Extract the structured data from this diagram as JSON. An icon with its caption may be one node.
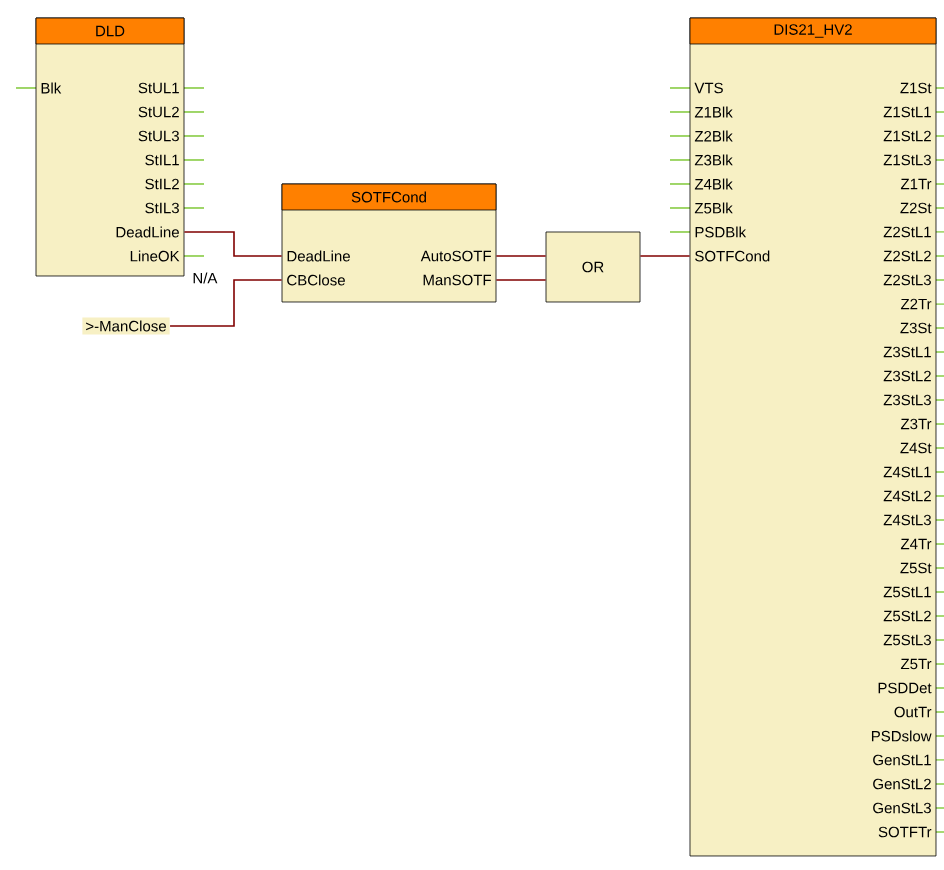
{
  "diagram": {
    "nodes": [
      {
        "text": [
          "DLD",
          "Blk",
          "StUL1",
          "StUL2",
          "StUL3",
          "StIL1",
          "StIL2",
          "StIL3",
          "DeadLine",
          "LineOK"
        ]
      },
      {
        "text": [
          "SOTFCond",
          "DeadLine",
          "CBClose",
          "AutoSOTF",
          "ManSOTF"
        ]
      },
      {
        "text": [
          ">-ManClose"
        ]
      },
      {
        "text": [
          "OR"
        ]
      },
      {
        "text": [
          "DIS21_HV2",
          "VTS",
          "Z1Blk",
          "Z2Blk",
          "Z3Blk",
          "Z4Blk",
          "Z5Blk",
          "PSDBlk",
          "SOTFCond",
          "Z1St",
          "Z1StL1",
          "Z1StL2",
          "Z1StL3",
          "Z1Tr",
          "Z2St",
          "Z2StL1",
          "Z2StL2",
          "Z2StL3",
          "Z2Tr",
          "Z3St",
          "Z3StL1",
          "Z3StL2",
          "Z3StL3",
          "Z3Tr",
          "Z4St",
          "Z4StL1",
          "Z4StL2",
          "Z4StL3",
          "Z4Tr",
          "Z5St",
          "Z5StL1",
          "Z5StL2",
          "Z5StL3",
          "Z5Tr",
          "PSDDet",
          "OutTr",
          "PSDslow",
          "GenStL1",
          "GenStL2",
          "GenStL3",
          "SOTFTr"
        ]
      }
    ],
    "edges": [
      {
        "from": 0,
        "to": 1,
        "arrow": "none"
      },
      {
        "from": 2,
        "to": 1,
        "arrow": "none"
      },
      {
        "from": 1,
        "to": 3,
        "arrow": "none"
      },
      {
        "from": 1,
        "to": 3,
        "arrow": "none"
      },
      {
        "from": 3,
        "to": 4,
        "arrow": "none"
      }
    ],
    "labels": [
      "N/A"
    ]
  }
}
